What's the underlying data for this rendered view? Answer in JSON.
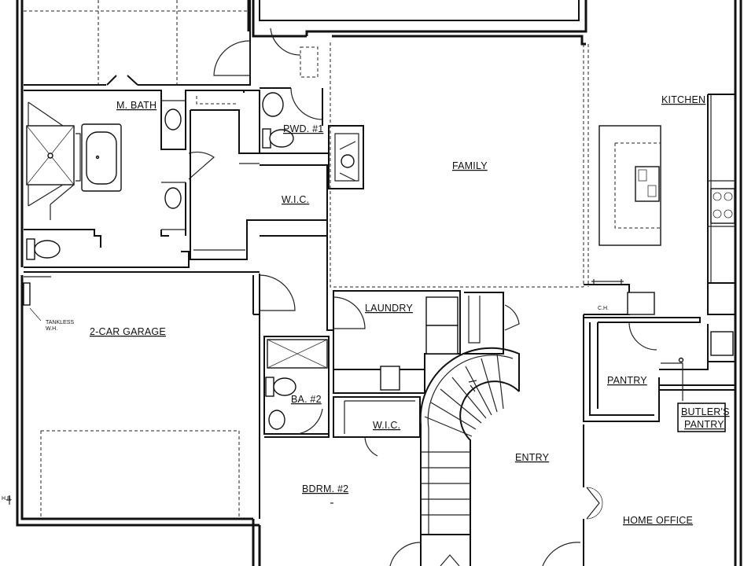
{
  "rooms": {
    "master_bath": "M. BATH",
    "powder": "PWD. #1",
    "family": "FAMILY",
    "kitchen": "KITCHEN",
    "wic_1": "W.I.C.",
    "laundry": "LAUNDRY",
    "garage": "2-CAR GARAGE",
    "bath_2": "BA. #2",
    "wic_2": "W.I.C.",
    "pantry": "PANTRY",
    "butlers_pantry_line1": "BUTLER'S",
    "butlers_pantry_line2": "PANTRY",
    "entry": "ENTRY",
    "bedroom_2": "BDRM. #2",
    "home_office": "HOME OFFICE"
  },
  "notes": {
    "tankless_line1": "TANKLESS",
    "tankless_line2": "W.H.",
    "cabinet_tag": "C.H.",
    "edge_tag": "H.B."
  },
  "colors": {
    "ink": "#111111",
    "paper": "#ffffff"
  }
}
